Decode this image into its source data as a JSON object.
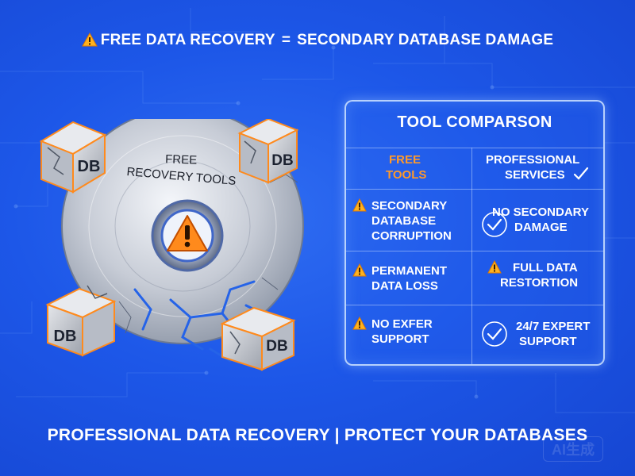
{
  "headline": {
    "left": "FREE DATA RECOVERY",
    "separator": "=",
    "right": "SECONDARY DATABASE DAMAGE"
  },
  "disc": {
    "label_line1": "FREE",
    "label_line2": "RECOVERY TOOLS",
    "db_label": "DB"
  },
  "comparison": {
    "title": "TOOL COMPARSON",
    "headers": {
      "free": [
        "FREE",
        "TOOLS"
      ],
      "professional": [
        "PROFESSIONAL",
        "SERVICES"
      ]
    },
    "rows": [
      {
        "free": [
          "SECONDARY",
          "DATABASE",
          "CORRUPTION"
        ],
        "professional": [
          "NO SECONDARY",
          "DAMAGE"
        ]
      },
      {
        "free": [
          "PERMANENT",
          "DATA LOSS"
        ],
        "professional": [
          "FULL DATA",
          "RESTORTION"
        ]
      },
      {
        "free": [
          "NO EXFER",
          "SUPPORT"
        ],
        "professional": [
          "24/7 EXPERT",
          "SUPPORT"
        ]
      }
    ]
  },
  "footer": "PROFESSIONAL DATA RECOVERY | PROTECT YOUR DATABASES",
  "watermark": "AI生成",
  "colors": {
    "background": "#1d57e8",
    "accent_orange": "#ff9a2a",
    "warning_yellow": "#ffb21f"
  }
}
